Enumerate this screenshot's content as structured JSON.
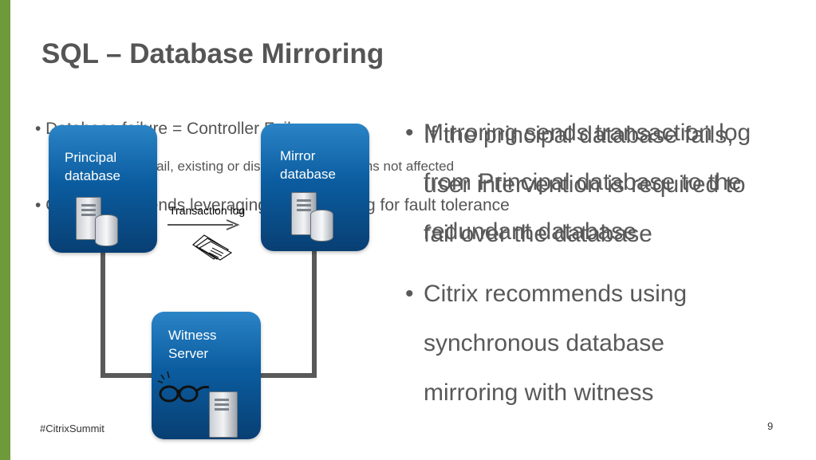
{
  "slide": {
    "title": "SQL – Database Mirroring",
    "footer_tag": "#CitrixSummit",
    "page_number": "9"
  },
  "background_text": {
    "line1": "• Database failure = Controller Failure",
    "line2": "new connections fail, existing or disconnected sessions not affected",
    "line3": "• Citrix recommends leveraging SQL Mirroring for fault tolerance"
  },
  "right_text": {
    "overlay_a": {
      "bullet": "•",
      "lines": [
        "Mirroring sends transaction log",
        "from Principal database to the",
        "redundant database"
      ]
    },
    "overlay_b": {
      "lines": [
        "If the principal database fails,",
        "user intervention is required to",
        "fail over the database"
      ]
    },
    "bullet2": {
      "bullet": "•",
      "lines": [
        "Citrix recommends using",
        "synchronous database",
        "mirroring with witness"
      ]
    }
  },
  "diagram": {
    "principal_label": [
      "Principal",
      "database"
    ],
    "mirror_label": [
      "Mirror",
      "database"
    ],
    "witness_label": [
      "Witness",
      "Server"
    ],
    "transaction_log_label": "Transaction log",
    "colors": {
      "box_top": "#2a84c6",
      "box_bottom": "#083f73",
      "connector": "#595959",
      "accent_bar": "#6f9a3c"
    },
    "icons": [
      "server-icon",
      "database-cylinder-icon",
      "document-stack-icon",
      "glasses-icon",
      "arrow-right-icon"
    ]
  }
}
